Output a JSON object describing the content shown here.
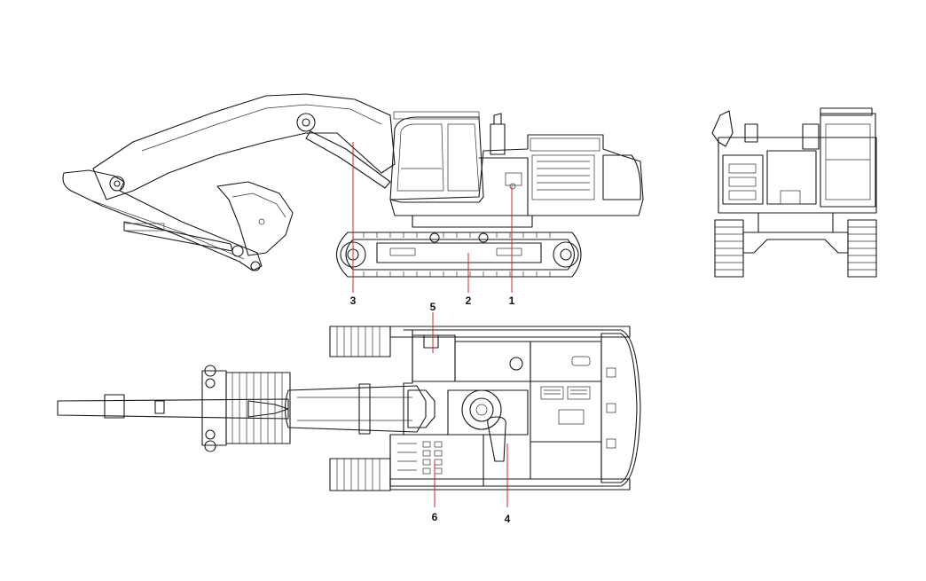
{
  "callouts": [
    {
      "id": "1",
      "text": "1"
    },
    {
      "id": "2",
      "text": "2"
    },
    {
      "id": "3",
      "text": "3"
    },
    {
      "id": "4",
      "text": "4"
    },
    {
      "id": "5",
      "text": "5"
    },
    {
      "id": "6",
      "text": "6"
    }
  ],
  "colors": {
    "line": "#1a1a1a",
    "leader": "#d4253a",
    "background": "#ffffff"
  },
  "views": [
    "side-view",
    "rear-view",
    "top-view"
  ]
}
